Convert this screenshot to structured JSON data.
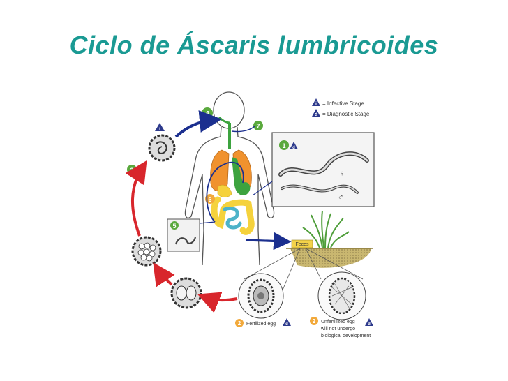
{
  "title": "Ciclo de Áscaris lumbricoides",
  "colors": {
    "title": "#1a9a93",
    "stage_circle_green": "#5aa93d",
    "stage_circle_orange": "#f2a93b",
    "stage_triangle": "#2d3a8c",
    "arrow_red": "#d8262c",
    "arrow_blue": "#1b2f8f",
    "lungs_orange": "#f0922e",
    "intestine_yellow": "#f5d23c",
    "intestine_blue": "#4db3c9",
    "stomach_green": "#3da33f"
  },
  "legend": {
    "infective_label": "= Infective Stage",
    "diagnostic_label": "= Diagnostic Stage",
    "infective_symbol": "i",
    "diagnostic_symbol": "d"
  },
  "stages": {
    "s1": "1",
    "s2a": "2",
    "s2b": "2",
    "s3": "3",
    "s4": "4",
    "s5": "5",
    "s6": "6",
    "s7": "7"
  },
  "labels": {
    "faeces": "Feces",
    "fertilized": "Fertilized egg",
    "unfertilized_line1": "Unfertilized egg",
    "unfertilized_line2": "will not undergo",
    "unfertilized_line3": "biological development",
    "female_symbol": "♀",
    "male_symbol": "♂"
  }
}
